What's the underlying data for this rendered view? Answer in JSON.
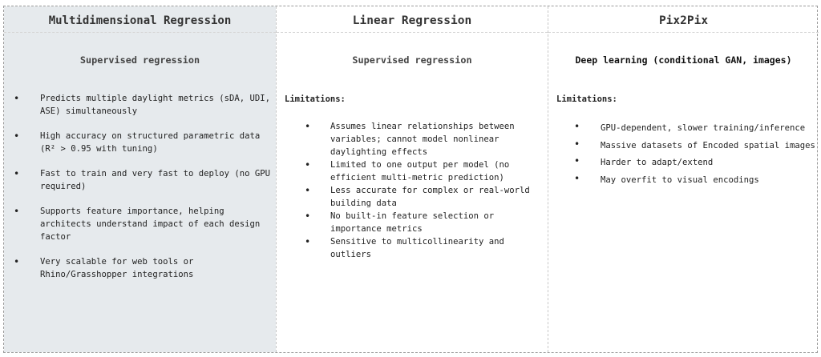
{
  "columns": [
    {
      "title": "Multidimensional Regression",
      "subtitle": "Supervised regression",
      "items": [
        "Predicts multiple daylight metrics (sDA, UDI, ASE) simultaneously",
        "High accuracy on structured parametric data (R² > 0.95 with tuning)",
        "Fast to train and very fast to deploy (no GPU required)",
        "Supports feature importance, helping architects understand impact of each design factor",
        "Very scalable for web tools or Rhino/Grasshopper integrations"
      ]
    },
    {
      "title": "Linear Regression",
      "subtitle": "Supervised regression",
      "limitations_label": "Limitations:",
      "items": [
        "Assumes linear relationships between variables; cannot model nonlinear daylighting effects",
        "Limited to one output per model (no efficient multi-metric prediction)",
        "Less accurate for complex or real-world building data",
        "No built-in feature selection or importance metrics",
        "Sensitive to multicollinearity and outliers"
      ]
    },
    {
      "title": "Pix2Pix",
      "subtitle": "Deep learning (conditional GAN, images)",
      "limitations_label": "Limitations:",
      "items": [
        "GPU-dependent, slower training/inference",
        "Massive datasets of Encoded spatial images",
        "Harder to adapt/extend",
        "May overfit to visual encodings"
      ]
    }
  ],
  "bullet_glyph": "•"
}
